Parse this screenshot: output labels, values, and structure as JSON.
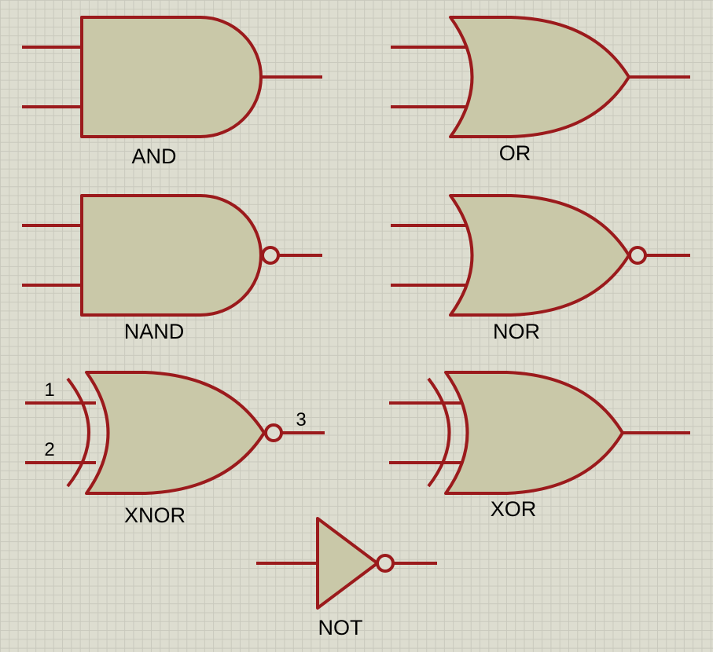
{
  "gates": {
    "and": {
      "label": "AND"
    },
    "or": {
      "label": "OR"
    },
    "nand": {
      "label": "NAND"
    },
    "nor": {
      "label": "NOR"
    },
    "xnor": {
      "label": "XNOR",
      "pins": {
        "input_1": "1",
        "input_2": "2",
        "output": "3"
      }
    },
    "xor": {
      "label": "XOR"
    },
    "not": {
      "label": "NOT"
    }
  },
  "colors": {
    "wire": "#9b1a1c",
    "gate_fill": "#c9c8a8",
    "background": "#ddddd0",
    "grid": "#c9c9bd"
  }
}
